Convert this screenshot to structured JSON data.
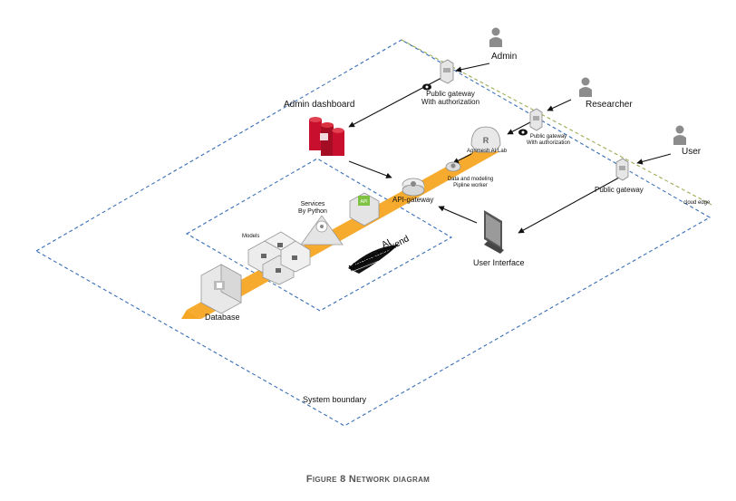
{
  "labels": {
    "admin": "Admin",
    "researcher": "Researcher",
    "user": "User",
    "admin_dashboard": "Admin dashboard",
    "gw_admin_1": "Public gateway",
    "gw_admin_2": "With authorization",
    "gw_res_1": "Public gateway",
    "gw_res_2": "With authorization",
    "gw_user": "Public gateway",
    "cloud_edge": "cloud edge",
    "lab": "Agrimesh AI Lab",
    "pipeline_1": "Data and modeling",
    "pipeline_2": "Pipline worker",
    "api_gateway": "API-gateway",
    "services_1": "Services",
    "services_2": "By Python",
    "models": "Models",
    "models_backend": "Models-backend",
    "ai": "AI",
    "user_interface": "User Interface",
    "database": "Database",
    "system_boundary": "System boundary",
    "caption": "Figure 8 Network diagram"
  },
  "colors": {
    "flow_band": "#F5A623",
    "boundary_dash": "#3A6FB7",
    "edge_dash": "#9AAF55",
    "dashboard_red": "#C8102E",
    "api_green": "#7DC242"
  },
  "icons": {
    "person": "person-icon",
    "gateway": "server-gateway-icon",
    "dashboard": "red-cylinder-icon",
    "monitor": "monitor-icon"
  }
}
